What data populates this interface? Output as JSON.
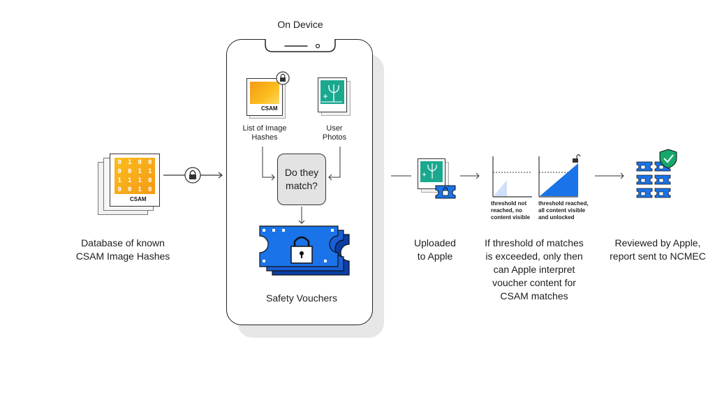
{
  "on_device_title": "On Device",
  "left": {
    "csam_tag": "CSAM",
    "bits": [
      "0",
      "1",
      "0",
      "0",
      "0",
      "0",
      "1",
      "1",
      "1",
      "1",
      "1",
      "0",
      "0",
      "0",
      "1",
      "0"
    ],
    "caption": "Database of known\nCSAM Image Hashes"
  },
  "phone": {
    "hash_list_tag": "CSAM",
    "hash_list_label": "List of Image\nHashes",
    "user_photos_label": "User\nPhotos",
    "match_question": "Do they\nmatch?",
    "vouchers_label": "Safety Vouchers"
  },
  "upload": {
    "caption": "Uploaded\nto Apple"
  },
  "threshold": {
    "not_reached_label": "threshold not\nreached, no\ncontent visible",
    "reached_label": "threshold reached,\nall content visible\nand unlocked",
    "caption": "If threshold of matches\nis exceeded, only then\ncan Apple interpret\nvoucher content for\nCSAM matches"
  },
  "review": {
    "caption": "Reviewed by Apple,\nreport sent to NCMEC"
  },
  "colors": {
    "voucher_blue": "#1a73e8",
    "voucher_dark": "#0b3fa6",
    "photo_teal": "#1aa88f",
    "csam_yellow": "#fbbd1f",
    "csam_orange": "#f59a14",
    "shield_green": "#16a86b",
    "box_gray": "#e3e3e3",
    "light_blue": "#cfe0f8"
  }
}
